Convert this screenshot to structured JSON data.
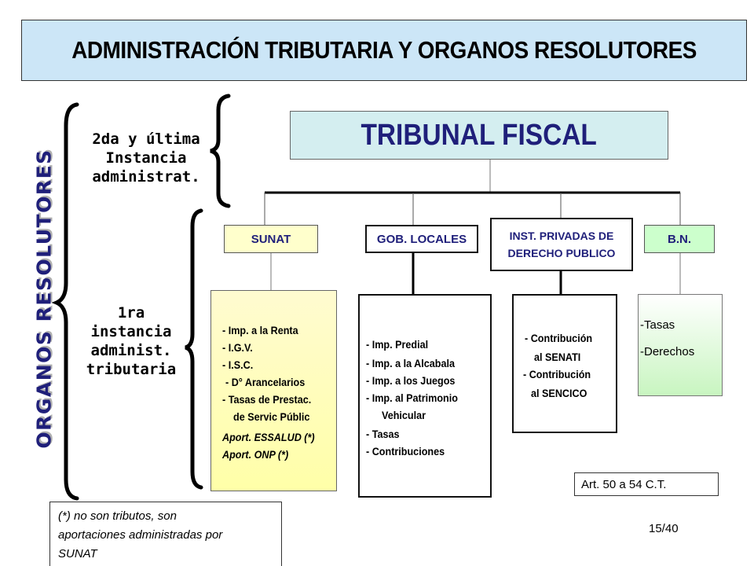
{
  "title": "ADMINISTRACIÓN TRIBUTARIA Y ORGANOS RESOLUTORES",
  "side_label": "ORGANOS RESOLUTORES",
  "second_instance": [
    "2da y última",
    "Instancia",
    "administrat."
  ],
  "first_instance": [
    "1ra",
    "instancia",
    "administ.",
    "tributaria"
  ],
  "tribunal": "TRIBUNAL FISCAL",
  "entities": {
    "sunat": "SUNAT",
    "gob_locales": "GOB. LOCALES",
    "inst_privadas": [
      "INST. PRIVADAS DE",
      "DERECHO PUBLICO"
    ],
    "bn": "B.N."
  },
  "sunat_items": [
    "- Imp. a la Renta",
    "- I.G.V.",
    "- I.S.C.",
    "- D° Arancelarios",
    "- Tasas de Prestac.",
    "de Servic Públic",
    "Aport. ESSALUD (*)",
    "Aport. ONP (*)"
  ],
  "gob_items": [
    "- Imp. Predial",
    "- Imp. a la Alcabala",
    "- Imp. a los Juegos",
    "- Imp. al Patrimonio",
    "Vehicular",
    "- Tasas",
    "- Contribuciones"
  ],
  "inst_items": [
    "- Contribución",
    "al SENATI",
    "- Contribución",
    "al SENCICO"
  ],
  "bn_items": [
    "-Tasas",
    "-Derechos"
  ],
  "article_ref": "Art. 50 a 54 C.T.",
  "footnote": [
    "(*) no son tributos, son",
    "aportaciones administradas por",
    "SUNAT"
  ],
  "page_number": "15/40"
}
